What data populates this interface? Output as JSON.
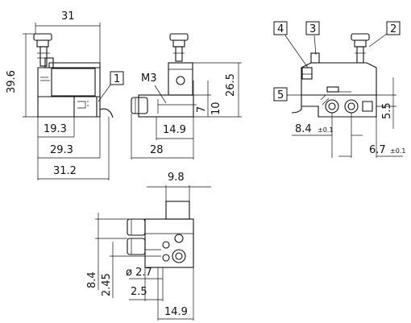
{
  "dimensions": {
    "width_top": "31",
    "height_left": "39.6",
    "d_19_3": "19.3",
    "d_29_3": "29.3",
    "d_31_2": "31.2",
    "thread": "M3",
    "h_26_5": "26.5",
    "h_10": "10",
    "h_7": "7",
    "d_14_9": "14.9",
    "d_28": "28",
    "d_5_5": "5.5",
    "d_8_4": "8.4",
    "tol_8_4": "±0.1",
    "d_6_7": "6.7",
    "tol_6_7": "±0.1",
    "d_9_8": "9.8",
    "v_8_4": "8.4",
    "v_2_45": "2.45",
    "dia_2_7": "ø 2.7",
    "d_2_5": "2.5",
    "d_14_9_bottom": "14.9"
  },
  "callouts": {
    "c1": "1",
    "c2": "2",
    "c3": "3",
    "c4": "4",
    "c5": "5"
  }
}
